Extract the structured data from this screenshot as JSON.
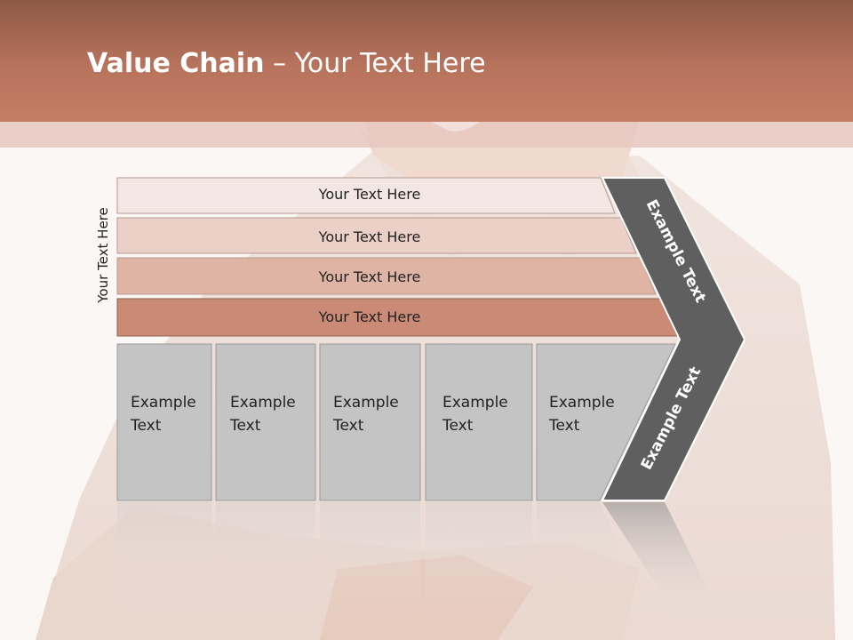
{
  "slide": {
    "title_bold": "Value Chain",
    "title_rest": " – Your Text Here"
  },
  "diagram": {
    "side_label": "Your Text Here",
    "support_rows": [
      {
        "label": "Your Text Here",
        "color": "#f3e7e3"
      },
      {
        "label": "Your Text Here",
        "color": "#ebd0c7"
      },
      {
        "label": "Your Text Here",
        "color": "#dfb4a5"
      },
      {
        "label": "Your Text Here",
        "color": "#ca8a76"
      }
    ],
    "primary_boxes": [
      {
        "line1": "Example",
        "line2": "Text"
      },
      {
        "line1": "Example",
        "line2": "Text"
      },
      {
        "line1": "Example",
        "line2": "Text"
      },
      {
        "line1": "Example",
        "line2": "Text"
      },
      {
        "line1": "Example",
        "line2": "Text"
      }
    ],
    "margin_top": "Example Text",
    "margin_bottom": "Example Text",
    "chevron_color": "#5f5f5f",
    "box_color": "#c4c4c4"
  }
}
